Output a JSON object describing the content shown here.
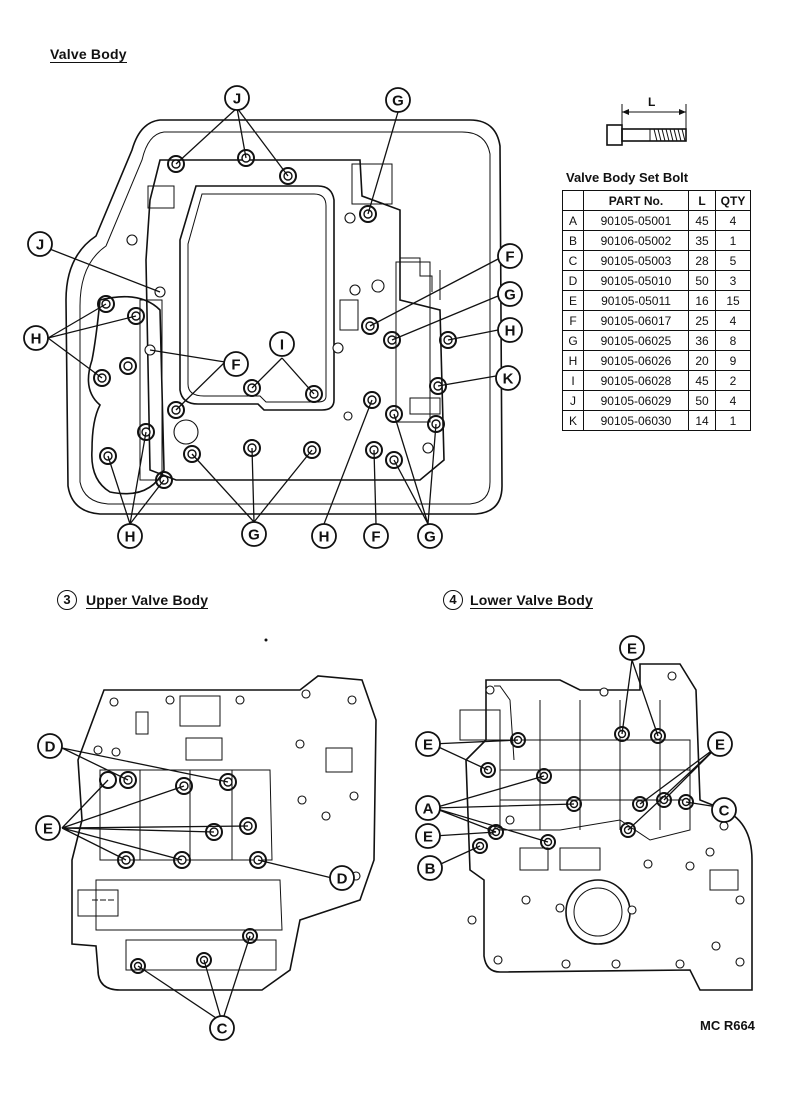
{
  "headings": {
    "valve_body": "Valve Body",
    "upper_valve_body": "Upper Valve Body",
    "lower_valve_body": "Lower Valve Body",
    "upper_num": "3",
    "lower_num": "4"
  },
  "bolt_sketch": {
    "dimension_label": "L"
  },
  "bolt_table": {
    "title": "Valve Body Set Bolt",
    "headers": {
      "letter": "",
      "part_no": "PART No.",
      "l": "L",
      "qty": "QTY"
    },
    "rows": [
      {
        "letter": "A",
        "part_no": "90105-05001",
        "l": "45",
        "qty": "4"
      },
      {
        "letter": "B",
        "part_no": "90106-05002",
        "l": "35",
        "qty": "1"
      },
      {
        "letter": "C",
        "part_no": "90105-05003",
        "l": "28",
        "qty": "5"
      },
      {
        "letter": "D",
        "part_no": "90105-05010",
        "l": "50",
        "qty": "3"
      },
      {
        "letter": "E",
        "part_no": "90105-05011",
        "l": "16",
        "qty": "15"
      },
      {
        "letter": "F",
        "part_no": "90105-06017",
        "l": "25",
        "qty": "4"
      },
      {
        "letter": "G",
        "part_no": "90105-06025",
        "l": "36",
        "qty": "8"
      },
      {
        "letter": "H",
        "part_no": "90105-06026",
        "l": "20",
        "qty": "9"
      },
      {
        "letter": "I",
        "part_no": "90105-06028",
        "l": "45",
        "qty": "2"
      },
      {
        "letter": "J",
        "part_no": "90105-06029",
        "l": "50",
        "qty": "4"
      },
      {
        "letter": "K",
        "part_no": "90105-06030",
        "l": "14",
        "qty": "1"
      }
    ]
  },
  "callouts": {
    "J1": "J",
    "J2": "J",
    "G1": "G",
    "G2": "G",
    "F1": "F",
    "F2": "F",
    "F3": "F",
    "H1": "H",
    "H2": "H",
    "H3": "H",
    "H4": "H",
    "K1": "K",
    "I1": "I",
    "G3": "G",
    "G4": "G",
    "uD1": "D",
    "uE1": "E",
    "uD2": "D",
    "uC1": "C",
    "lE1": "E",
    "lE2": "E",
    "lE3": "E",
    "lE4": "E",
    "lA1": "A",
    "lB1": "B",
    "lC1": "C"
  },
  "footer": "MC R664"
}
